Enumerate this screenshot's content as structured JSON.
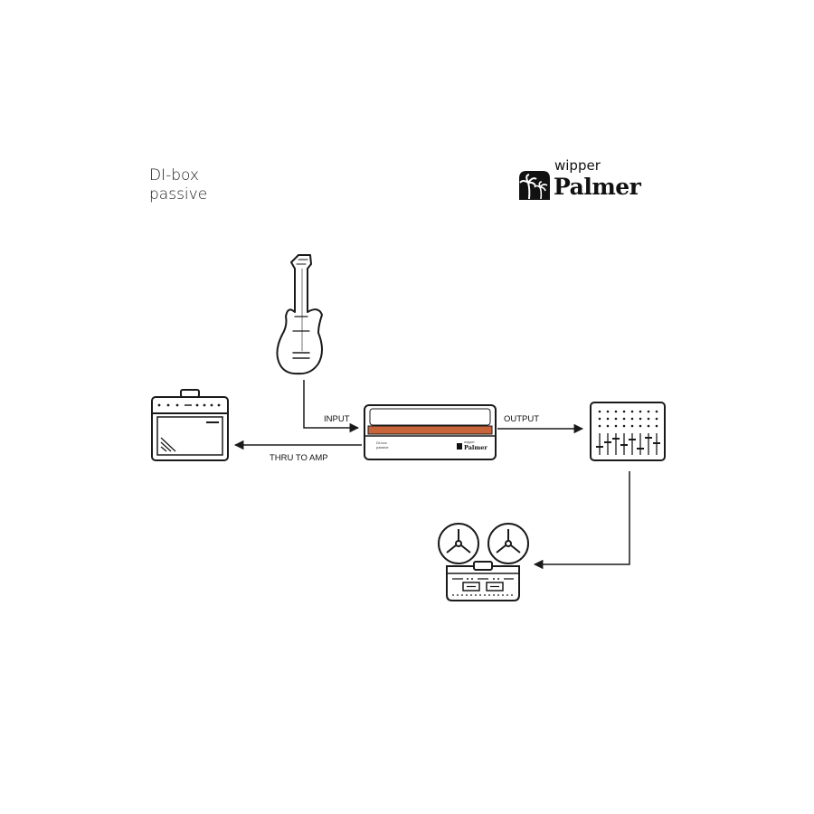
{
  "title": {
    "line1": "DI-box",
    "line2": "passive"
  },
  "brand": {
    "sub": "wipper",
    "name": "Palmer"
  },
  "labels": {
    "input": "INPUT",
    "output": "OUTPUT",
    "thru": "THRU TO AMP"
  },
  "device": {
    "line1": "DI-box",
    "line2": "passive",
    "brand_sub": "wipper",
    "brand_name": "Palmer"
  },
  "colors": {
    "accent_stripe": "#c8643a",
    "line": "#1a1a1a"
  },
  "icons": [
    "guitar-icon",
    "amplifier-icon",
    "mixer-icon",
    "tape-recorder-icon",
    "palm-logo-icon"
  ]
}
